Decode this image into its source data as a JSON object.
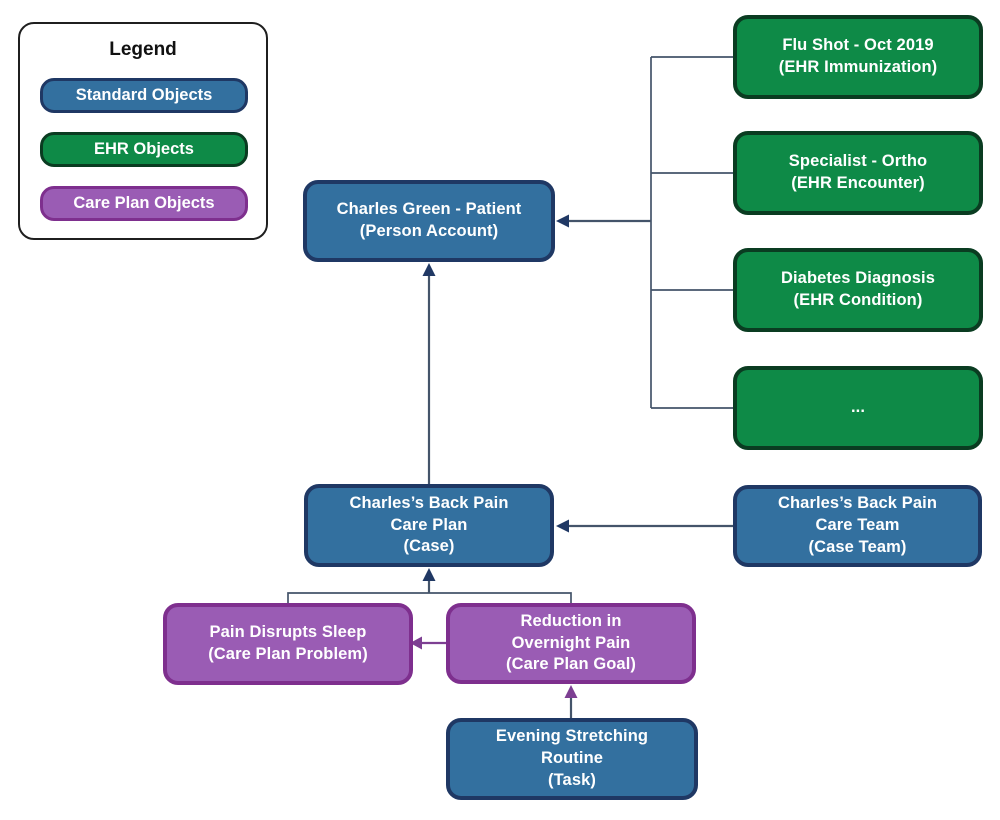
{
  "colors": {
    "standard_fill": "#33709F",
    "standard_border": "#1F3864",
    "ehr_fill": "#0E8A47",
    "ehr_border": "#0A3C21",
    "careplan_fill": "#9A5CB4",
    "careplan_border": "#7E2F8E",
    "line_color": "#44546A",
    "arrow_blue": "#203864",
    "arrow_purple": "#7D3F92"
  },
  "legend": {
    "title": "Legend",
    "items": [
      {
        "label": "Standard Objects",
        "type": "standard"
      },
      {
        "label": "EHR Objects",
        "type": "ehr"
      },
      {
        "label": "Care Plan Objects",
        "type": "careplan"
      }
    ]
  },
  "nodes": {
    "patient": {
      "text": "Charles Green - Patient\n(Person Account)",
      "type": "standard"
    },
    "immunization": {
      "text": "Flu Shot - Oct 2019\n(EHR Immunization)",
      "type": "ehr"
    },
    "encounter": {
      "text": "Specialist - Ortho\n(EHR Encounter)",
      "type": "ehr"
    },
    "condition": {
      "text": "Diabetes Diagnosis\n(EHR Condition)",
      "type": "ehr"
    },
    "more_ehr": {
      "text": "...",
      "type": "ehr"
    },
    "case": {
      "text": "Charles’s Back Pain\nCare Plan\n(Case)",
      "type": "standard"
    },
    "case_team": {
      "text": "Charles’s Back Pain\nCare Team\n(Case Team)",
      "type": "standard"
    },
    "problem": {
      "text": "Pain Disrupts Sleep\n(Care Plan Problem)",
      "type": "careplan"
    },
    "goal": {
      "text": "Reduction in\nOvernight Pain\n(Care Plan Goal)",
      "type": "careplan"
    },
    "task": {
      "text": "Evening Stretching\nRoutine\n(Task)",
      "type": "standard"
    }
  }
}
